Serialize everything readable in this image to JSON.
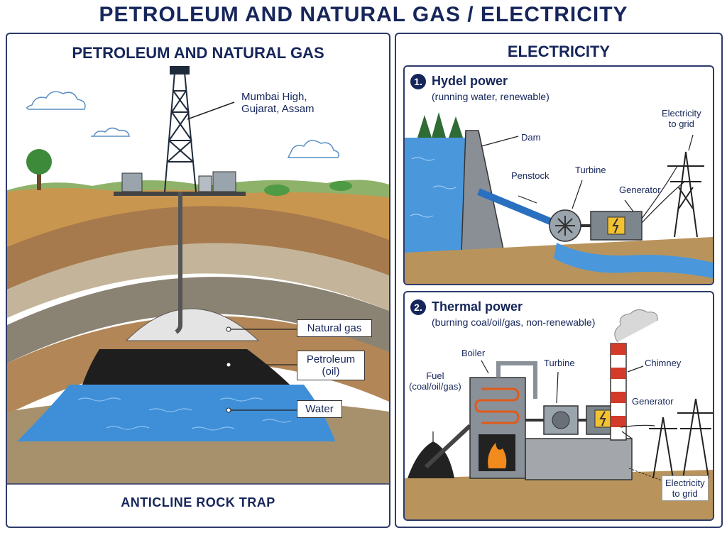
{
  "title": "PETROLEUM AND NATURAL GAS / ELECTRICITY",
  "left_panel": {
    "title": "PETROLEUM AND NATURAL GAS",
    "rig_label_line1": "Mumbai High,",
    "rig_label_line2": "Gujarat, Assam",
    "layers": {
      "natural_gas": "Natural gas",
      "petroleum_line1": "Petroleum",
      "petroleum_line2": "(oil)",
      "water": "Water"
    },
    "caption": "ANTICLINE ROCK TRAP"
  },
  "right_panel": {
    "title": "ELECTRICITY",
    "hydel": {
      "number": "1.",
      "title": "Hydel power",
      "subtitle": "(running water, renewable)",
      "labels": {
        "dam": "Dam",
        "penstock": "Penstock",
        "turbine": "Turbine",
        "generator": "Generator",
        "grid_line1": "Electricity",
        "grid_line2": "to grid"
      }
    },
    "thermal": {
      "number": "2.",
      "title": "Thermal power",
      "subtitle": "(burning coal/oil/gas, non-renewable)",
      "labels": {
        "boiler": "Boiler",
        "turbine": "Turbine",
        "chimney": "Chimney",
        "fuel_line1": "Fuel",
        "fuel_line2": "(coal/oil/gas)",
        "generator": "Generator",
        "grid_line1": "Electricity",
        "grid_line2": "to grid"
      }
    }
  },
  "colors": {
    "title_navy": "#16265a",
    "water_blue": "#3f8fd8",
    "petroleum_black": "#1e1e1e",
    "gas_grey": "#e4e4e4",
    "soil": "#c9964f"
  }
}
